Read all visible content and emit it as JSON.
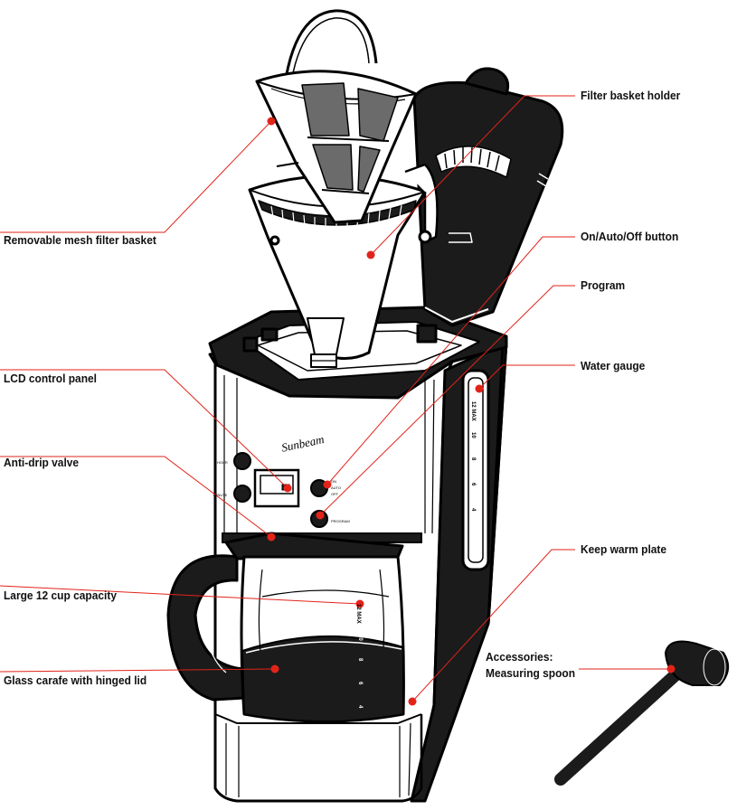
{
  "brand": {
    "logo_text": "Sunbeam"
  },
  "control_labels": {
    "hour": "HOUR",
    "minute": "MINUTE",
    "on": "ON",
    "auto": "AUTO",
    "off": "OFF",
    "program": "PROGRAM"
  },
  "water_gauge_marks": [
    "12 MAX",
    "10",
    "8",
    "6",
    "4"
  ],
  "carafe_marks": [
    "12 MAX",
    "10",
    "8",
    "6",
    "4"
  ],
  "callouts": {
    "filter_basket_holder": "Filter basket holder",
    "removable_mesh_filter": "Removable mesh filter basket",
    "on_auto_off_button": "On/Auto/Off button",
    "program": "Program",
    "lcd_control_panel": "LCD control panel",
    "water_gauge": "Water gauge",
    "anti_drip_valve": "Anti-drip valve",
    "keep_warm_plate": "Keep warm plate",
    "large_cup_capacity": "Large 12 cup capacity",
    "accessories_line1": "Accessories:",
    "accessories_line2": "Measuring spoon",
    "glass_carafe": "Glass carafe with hinged lid"
  },
  "colors": {
    "leader_line": "#e2231a",
    "outline": "#000000",
    "body_fill": "#ffffff",
    "dark_fill": "#1b1b1b"
  }
}
